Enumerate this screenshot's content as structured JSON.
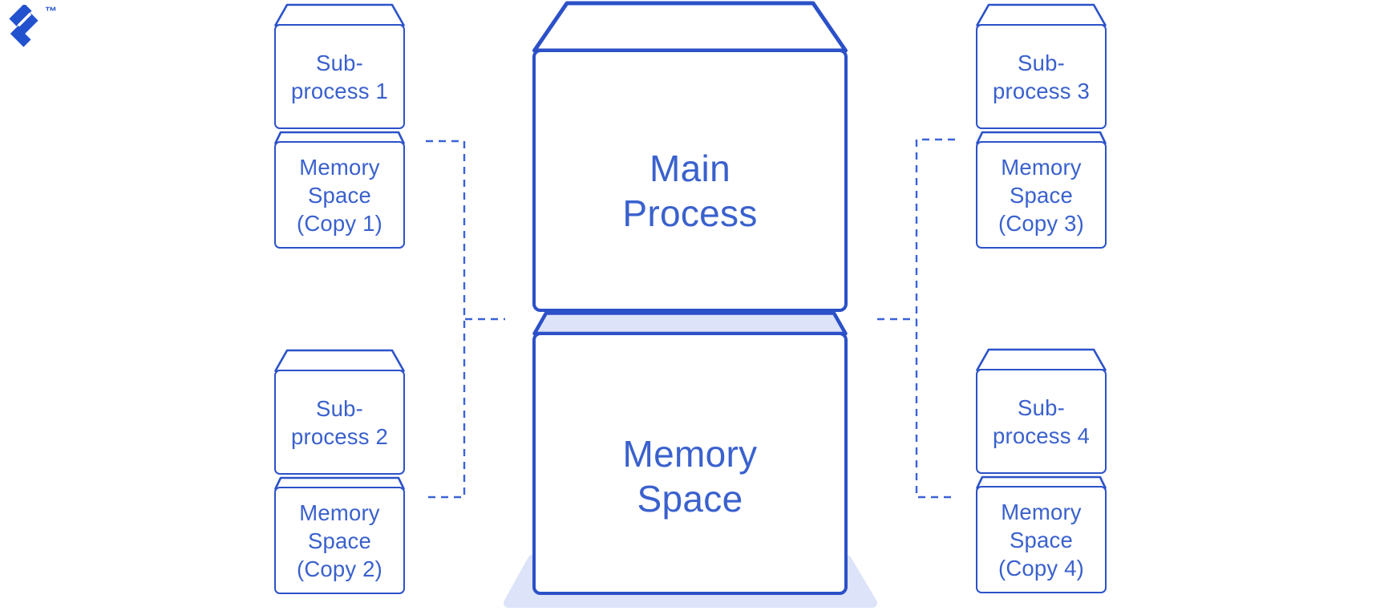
{
  "brand": {
    "logo_icon": "toptal-logo-icon",
    "trademark": "™",
    "logo_color": "#2352ce"
  },
  "colors": {
    "box_border_blue": "#2b50c8",
    "text_blue": "#3a61cd",
    "dash_blue": "#3a62d8",
    "lavender_fill": "#dde3f8",
    "background": "#ffffff"
  },
  "diagram": {
    "main_process_lines": [
      "Main",
      "Process"
    ],
    "main_memory_lines": [
      "Memory",
      "Space"
    ],
    "groups": [
      {
        "sub_lines": [
          "Sub-",
          "process 1"
        ],
        "mem_lines": [
          "Memory",
          "Space",
          "(Copy 1)"
        ]
      },
      {
        "sub_lines": [
          "Sub-",
          "process 2"
        ],
        "mem_lines": [
          "Memory",
          "Space",
          "(Copy 2)"
        ]
      },
      {
        "sub_lines": [
          "Sub-",
          "process 3"
        ],
        "mem_lines": [
          "Memory",
          "Space",
          "(Copy 3)"
        ]
      },
      {
        "sub_lines": [
          "Sub-",
          "process 4"
        ],
        "mem_lines": [
          "Memory",
          "Space",
          "(Copy 4)"
        ]
      }
    ]
  }
}
